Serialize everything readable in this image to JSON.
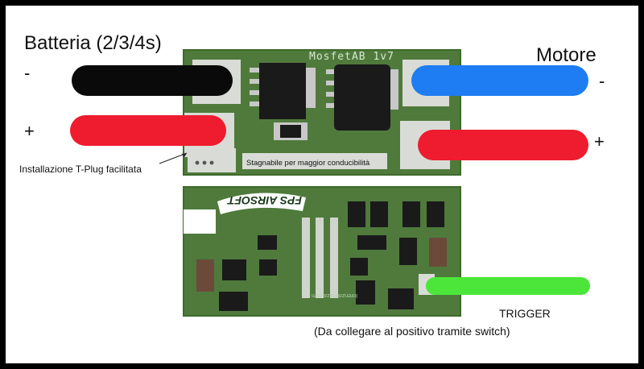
{
  "labels": {
    "battery_title": "Batteria (2/3/4s)",
    "motor_title": "Motore",
    "battery_minus": "-",
    "battery_plus": "+",
    "motor_minus": "-",
    "motor_plus": "+",
    "tplug_note": "Installazione T-Plug facilitata",
    "board_name": "MosfetAB 1v7",
    "solder_note": "Stagnabile per maggior conducibilità",
    "trigger": "TRIGGER",
    "trigger_note": "(Da collegare al positivo tramite switch)",
    "brand": "FPS AIRSOFT",
    "website": "lorenzobozza.com"
  },
  "colors": {
    "background": "#ffffff",
    "frame": "#000000",
    "pcb": "#4f7a3c",
    "pcb_edge": "#3d6a2c",
    "pad": "#d9dcd6",
    "wire_black": "#0a0a0a",
    "wire_red": "#ee1c2e",
    "wire_blue": "#1e7df2",
    "wire_green": "#4ce63a"
  }
}
